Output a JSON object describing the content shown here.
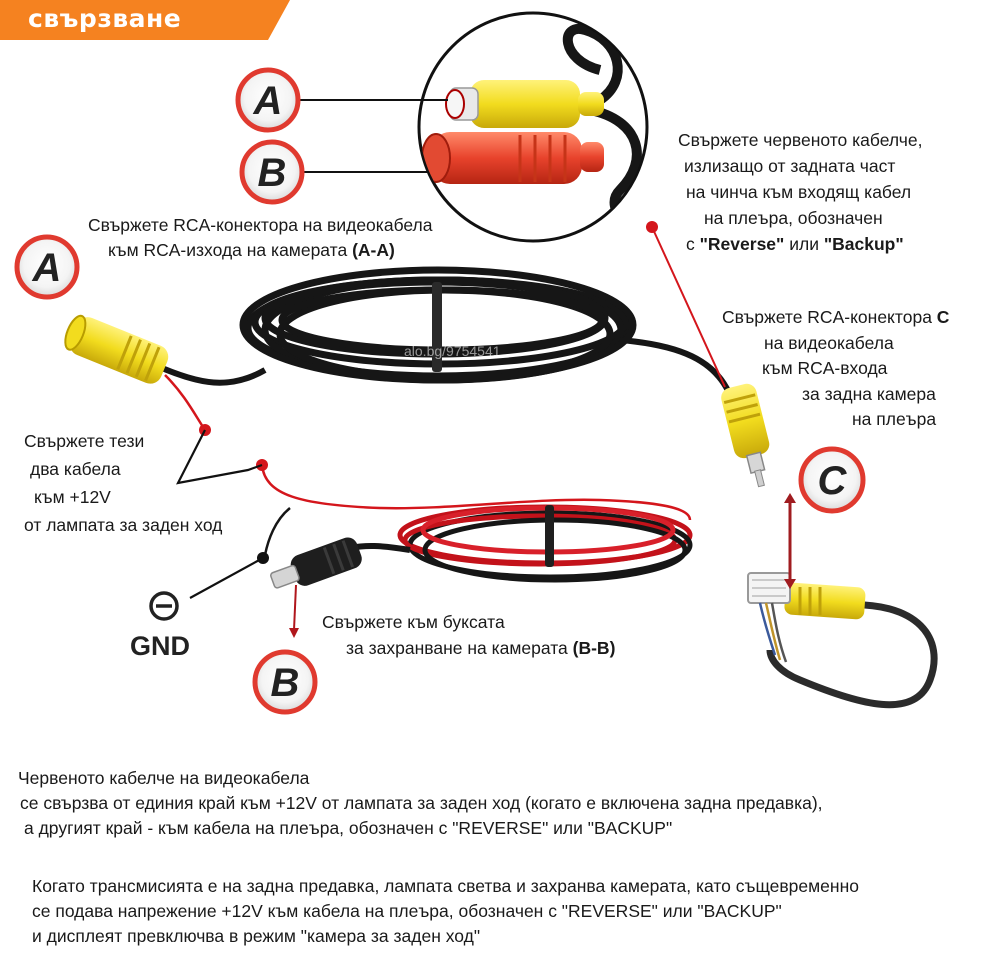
{
  "header": {
    "title": "свързване",
    "banner_color": "#f58220"
  },
  "badges": {
    "a": "A",
    "b": "B",
    "c": "C"
  },
  "ground": {
    "symbol": "⊖",
    "label": "GND"
  },
  "watermark": "alo.bg/9754541",
  "instructions": {
    "rca_a": {
      "line1": "Свържете RCA-конектора на видеокабела",
      "line2_prefix": "към RCA-изхода на камерата ",
      "line2_bold": "(A-A)"
    },
    "red_wire": {
      "line1": "Свържете червеното кабелче,",
      "line2": "излизащо от задната част",
      "line3": "на чинча към входящ кабел",
      "line4": "на плеъра, обозначен",
      "line5_prefix": "с ",
      "line5_bold1": "\"Reverse\"",
      "line5_mid": " или ",
      "line5_bold2": "\"Backup\""
    },
    "rca_c": {
      "line1_prefix": "Свържете RCA-конектора ",
      "line1_bold": "C",
      "line2": "на видеокабела",
      "line3": "към RCA-входа",
      "line4": "за задна камера",
      "line5": "на плеъра"
    },
    "twelve_volt": {
      "line1": "Свържете тези",
      "line2": "два кабела",
      "line3": "към +12V",
      "line4": "от лампата за заден ход"
    },
    "power": {
      "line1": "Свържете към буксата",
      "line2_prefix": "за захранване на камерата ",
      "line2_bold": "(B-B)"
    },
    "note1": {
      "line1": "Червеното кабелче на видеокабела",
      "line2": "се свързва от единия край към +12V от лампата за заден ход (когато е включена задна предавка),",
      "line3": "а другият край - към кабела на плеъра, обозначен с \"REVERSE\" или \"BACKUP\""
    },
    "note2": {
      "line1": "Когато трансмисията е на задна предавка, лампата светва и захранва камерата, като същевременно",
      "line2": "се подава напрежение +12V към кабела на плеъра, обозначен с \"REVERSE\" или \"BACKUP\"",
      "line3": "и дисплеят превключва в режим \"камера за заден ход\""
    }
  },
  "colors": {
    "connector_yellow": "#f2dc1e",
    "connector_red": "#e8432c",
    "badge_ring": "#e03a2f",
    "pointer_red": "#d4161c",
    "cable_black": "#161616"
  }
}
